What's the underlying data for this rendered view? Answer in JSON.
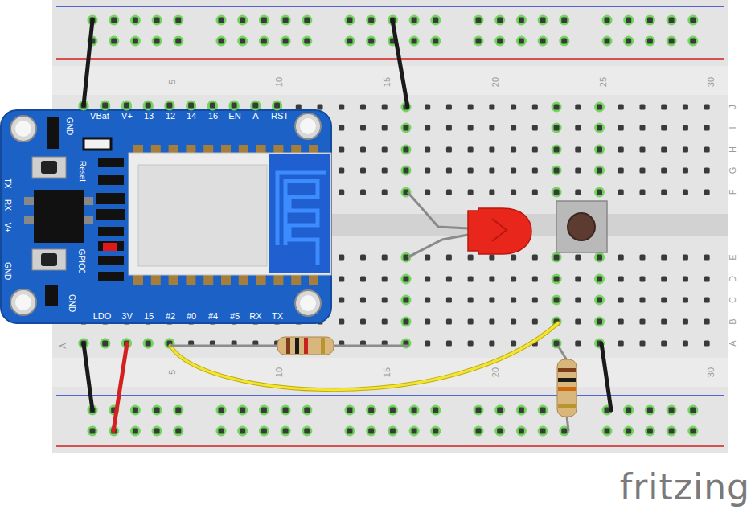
{
  "diagram": {
    "labels": [
      "5",
      "10",
      "15",
      "20",
      "25",
      "30",
      "J",
      "I",
      "H",
      "G",
      "F",
      "E",
      "D",
      "C",
      "B",
      "A",
      "A",
      "5",
      "10",
      "15",
      "20",
      "30",
      "GND",
      "VBat",
      "V+",
      "13",
      "12",
      "14",
      "16",
      "EN",
      "A",
      "RST",
      "Reset",
      "TX",
      "RX",
      "V+",
      "GND",
      "GPIO0",
      "GND",
      "LDO",
      "3V",
      "15",
      "#2",
      "#0",
      "#4",
      "#5",
      "RX",
      "TX",
      "fritzing"
    ]
  }
}
